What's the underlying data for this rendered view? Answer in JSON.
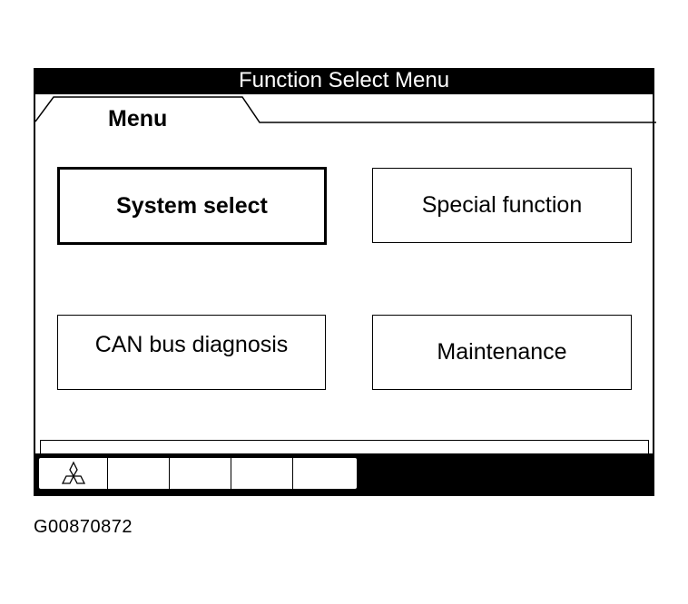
{
  "window": {
    "title": "Function Select Menu"
  },
  "tab": {
    "label": "Menu"
  },
  "menu": {
    "buttons": [
      {
        "label": "System select"
      },
      {
        "label": "Special function"
      },
      {
        "label": "CAN bus diagnosis"
      },
      {
        "label": "Maintenance"
      }
    ]
  },
  "toolbar": {
    "icons": [
      "logo-icon",
      "empty",
      "empty",
      "empty",
      "empty"
    ]
  },
  "caption": "G00870872"
}
